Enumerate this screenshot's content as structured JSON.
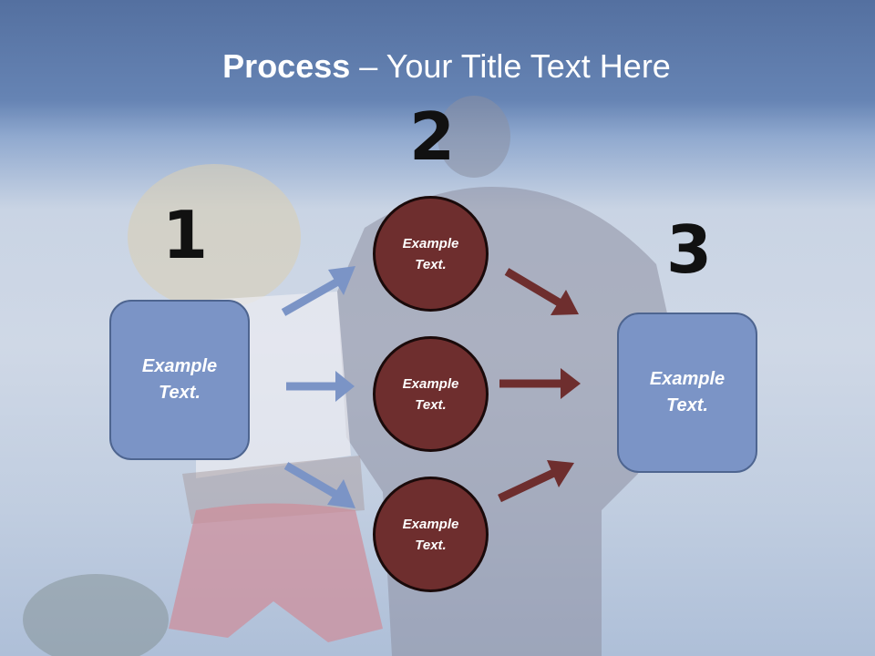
{
  "title": {
    "bold": "Process",
    "dash": " – ",
    "rest": "Your Title Text Here"
  },
  "steps": {
    "one": "1",
    "two": "2",
    "three": "3"
  },
  "left_box": {
    "line1": "Example",
    "line2": "Text."
  },
  "right_box": {
    "line1": "Example",
    "line2": "Text."
  },
  "circles": [
    {
      "line1": "Example",
      "line2": "Text."
    },
    {
      "line1": "Example",
      "line2": "Text."
    },
    {
      "line1": "Example",
      "line2": "Text."
    }
  ],
  "colors": {
    "box_fill": "#7b94c6",
    "circle_fill": "#6e2e2e",
    "blue_arrow": "#7b94c6",
    "red_arrow": "#6e2e2e",
    "title_band": "#5470a0"
  }
}
